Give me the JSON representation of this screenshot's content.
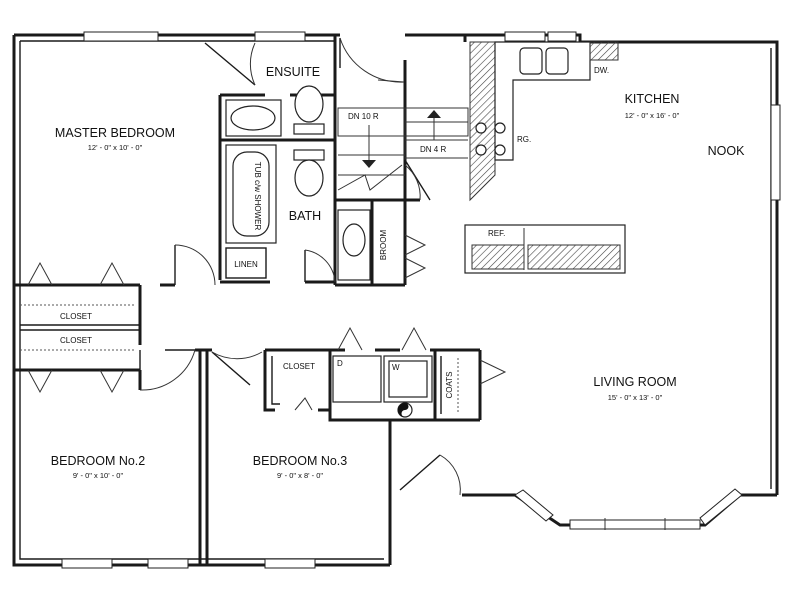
{
  "rooms": {
    "master_bedroom": {
      "name": "MASTER BEDROOM",
      "dims": "12' - 0\" x 10' - 0\""
    },
    "ensuite": {
      "name": "ENSUITE"
    },
    "bath": {
      "name": "BATH"
    },
    "kitchen": {
      "name": "KITCHEN",
      "dims": "12' - 0\" x 16' - 0\""
    },
    "nook": {
      "name": "NOOK"
    },
    "living_room": {
      "name": "LIVING ROOM",
      "dims": "15' - 0\" x 13' - 0\""
    },
    "bedroom2": {
      "name": "BEDROOM No.2",
      "dims": "9' - 0\" x 10' - 0\""
    },
    "bedroom3": {
      "name": "BEDROOM No.3",
      "dims": "9' - 0\" x 8' - 0\""
    }
  },
  "labels": {
    "tub_shower": "TUB c/w SHOWER",
    "linen": "LINEN",
    "broom": "BROOM",
    "closet_upper": "CLOSET",
    "closet_lower": "CLOSET",
    "closet_bed3": "CLOSET",
    "coats": "COATS",
    "dryer": "D",
    "washer": "W",
    "dishwasher": "DW.",
    "range": "RG.",
    "fridge": "REF.",
    "stair_down_10": "DN 10 R",
    "stair_down_4": "DN 4 R"
  }
}
